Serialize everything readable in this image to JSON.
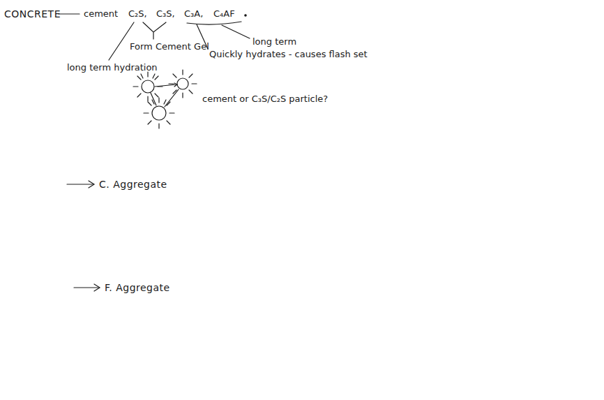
{
  "diagram": {
    "labels": [
      "CONCRETE",
      "cement",
      "C₂S,",
      "C₃S,",
      "C₃A,",
      "C₄AF",
      "long term",
      "Form Cement Gel",
      "Quickly hydrates - causes flash set",
      "long term hydration",
      "cement or C₃S/C₂S particle?",
      "C. Aggregate",
      "F. Aggregate"
    ]
  }
}
